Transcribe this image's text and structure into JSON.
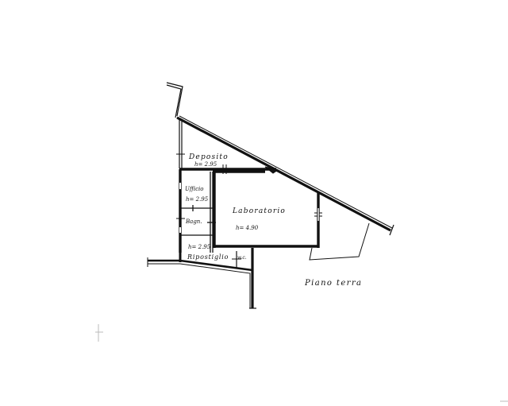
{
  "plan": {
    "title": "Piano terra",
    "colors": {
      "ink": "#111111",
      "background": "#ffffff",
      "faint": "#bbbbbb"
    },
    "rooms": [
      {
        "name": "Deposito",
        "height_label": "h= 2.95"
      },
      {
        "name": "Ufficio",
        "height_label": "h= 2.95"
      },
      {
        "name": "Bagn.",
        "height_label": ""
      },
      {
        "name": "Ripostiglio",
        "height_label": "h= 2.95"
      },
      {
        "name": "w.c.",
        "height_label": ""
      },
      {
        "name": "Laboratorio",
        "height_label": "h= 4.90"
      }
    ]
  }
}
